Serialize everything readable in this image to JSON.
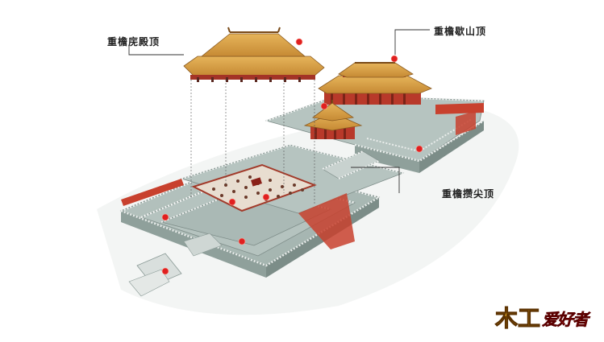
{
  "diagram": {
    "type": "architectural-illustration",
    "subject": "palace complex cutaway with roof types",
    "labels": [
      {
        "id": "hip",
        "text": "重檐庑殿顶"
      },
      {
        "id": "gable",
        "text": "重檐歇山顶"
      },
      {
        "id": "pyramid",
        "text": "重檐攒尖顶"
      }
    ],
    "markers_count": 9
  },
  "logo": {
    "wood": "木工",
    "text": "爱好者"
  },
  "colors": {
    "roof": "#d9a347",
    "roof_dark": "#a8702a",
    "wall": "#c8412e",
    "platform": "#aebcb8",
    "platform_dark": "#8a9a96",
    "balustrade": "#e8ecea",
    "marker": "#e02020",
    "line": "#333333"
  }
}
